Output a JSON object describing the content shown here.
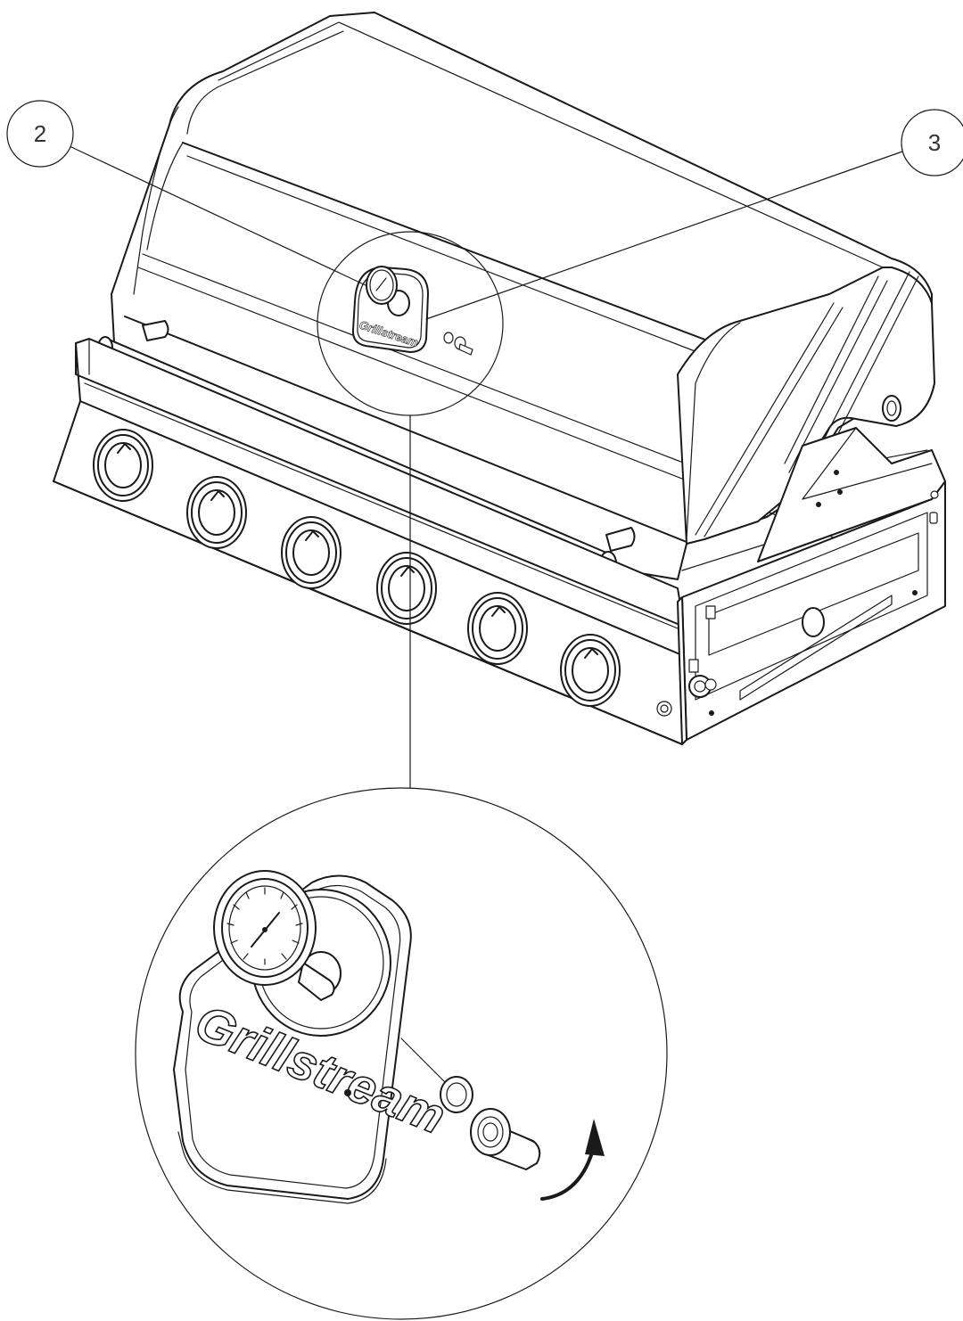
{
  "callouts": [
    {
      "number": "2"
    },
    {
      "number": "3"
    }
  ],
  "brand": {
    "logo_text": "Grillstream"
  },
  "colors": {
    "line": "#1a1a1a",
    "background": "#ffffff",
    "callout_text": "#333333"
  },
  "icons": [
    "rotate-arrow-icon",
    "thermometer-gauge-icon",
    "control-knob-icon"
  ]
}
